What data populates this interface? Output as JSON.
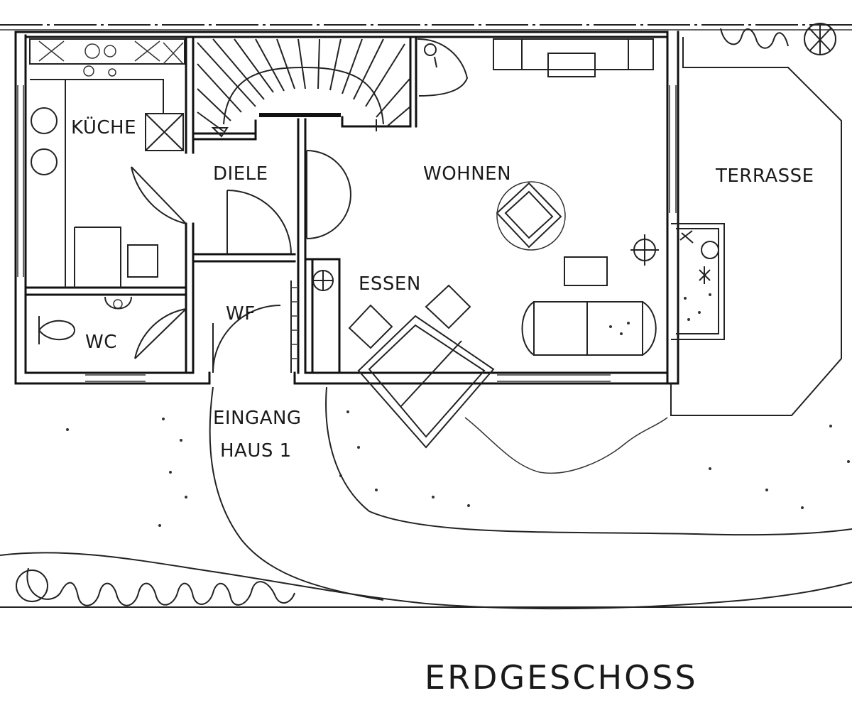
{
  "plan": {
    "rooms": {
      "kueche": "KÜCHE",
      "diele": "DIELE",
      "wohnen": "WOHNEN",
      "terrasse": "TERRASSE",
      "essen": "ESSEN",
      "wf": "WF",
      "wc": "WC",
      "eingang_line1": "EINGANG",
      "eingang_line2": "HAUS 1"
    },
    "title": "ERDGESCHOSS",
    "colors": {
      "line": "#111111",
      "background": "#ffffff"
    }
  }
}
